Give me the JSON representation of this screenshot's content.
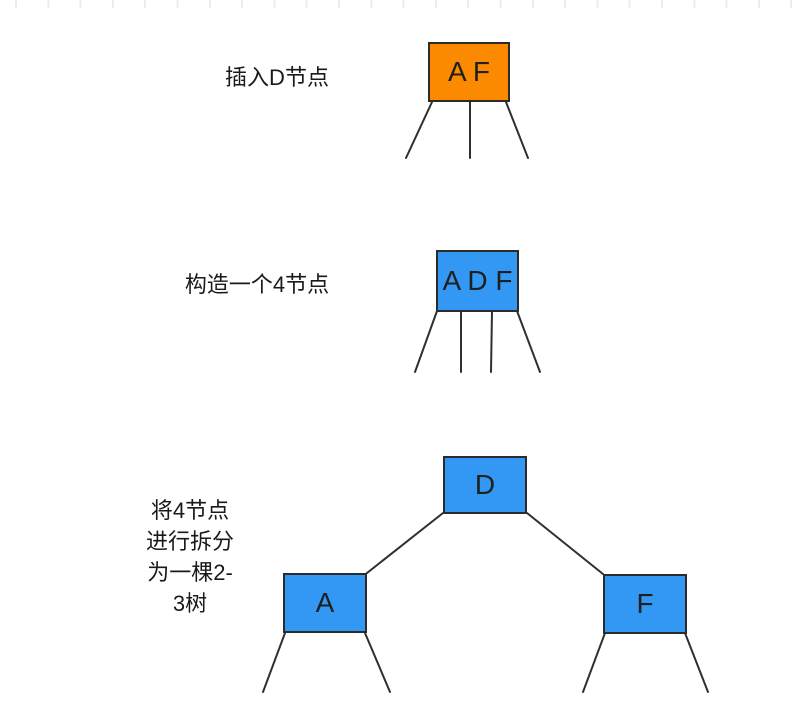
{
  "steps": {
    "step1": {
      "caption": "插入D节点",
      "node": {
        "label": "A F",
        "fill": "#fc8a00"
      }
    },
    "step2": {
      "caption": "构造一个4节点",
      "node": {
        "label": "A D F",
        "fill": "#3398f4"
      }
    },
    "step3": {
      "caption_lines": [
        "将4节点",
        "进行拆分",
        "为一棵2-",
        "3树"
      ],
      "root": {
        "label": "D",
        "fill": "#3398f4"
      },
      "left": {
        "label": "A",
        "fill": "#3398f4"
      },
      "right": {
        "label": "F",
        "fill": "#3398f4"
      }
    }
  },
  "colors": {
    "node_fill_orange": "#fc8a00",
    "node_fill_blue": "#3398f4",
    "node_border": "#2b2b2b",
    "connector_line": "#2f2f2f",
    "caption_text": "#1a1a1a",
    "grid_tick": "#ececec",
    "background": "#ffffff"
  }
}
